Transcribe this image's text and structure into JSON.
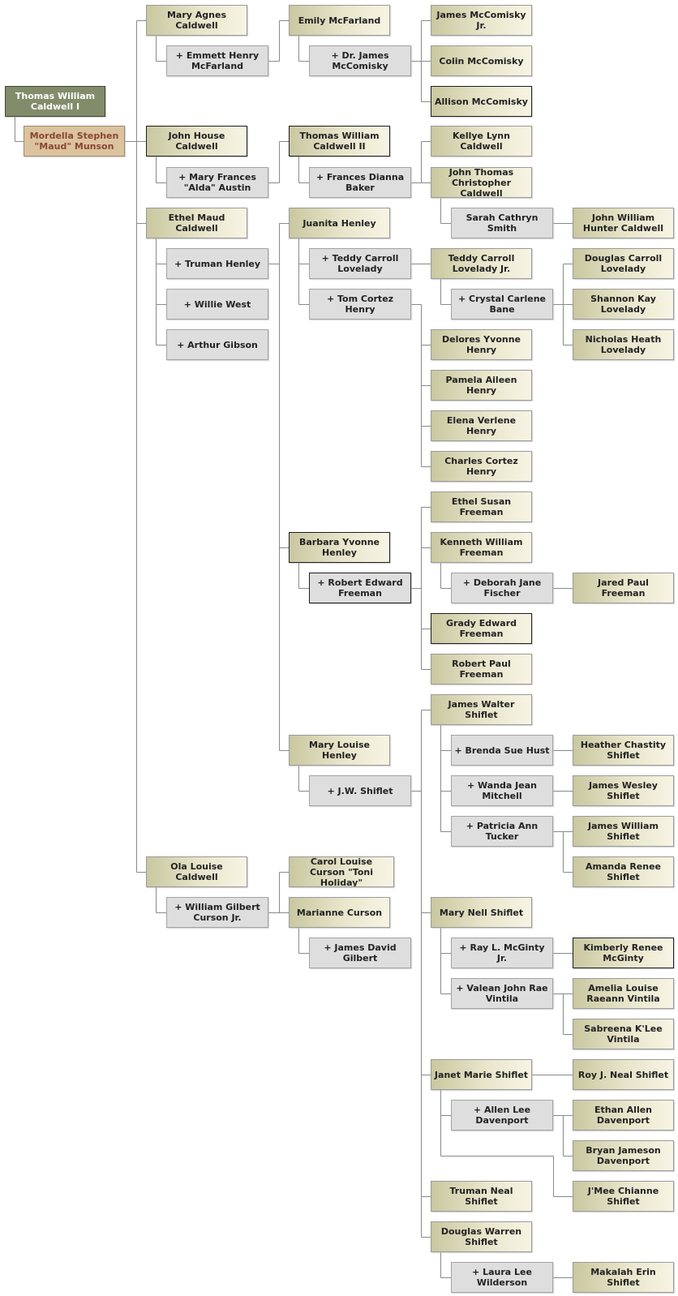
{
  "colors": {
    "line": "#8a8a8a",
    "person_fill": "#e8e5cb",
    "spouse_fill": "#dedede",
    "root_fill": "#828c6b",
    "root_spouse_fill": "#dcc39f",
    "root_spouse_text": "#8a4632"
  },
  "tree": {
    "root": {
      "name": "Thomas William Caldwell I",
      "spouse": "Mordella Stephen \"Maud\" Munson"
    },
    "children": [
      {
        "name": "Mary Agnes Caldwell",
        "spouse": "+ Emmett Henry McFarland",
        "children": [
          {
            "name": "Emily McFarland",
            "spouse": "+ Dr. James McComisky",
            "children": [
              "James McComisky Jr.",
              "Colin McComisky",
              "Allison McComisky"
            ]
          }
        ]
      },
      {
        "name": "John House Caldwell",
        "spouse": "+ Mary Frances \"Alda\" Austin",
        "children": [
          {
            "name": "Thomas William Caldwell II",
            "spouse": "+ Frances Dianna Baker",
            "children": [
              {
                "name": "Kellye Lynn Caldwell"
              },
              {
                "name": "John Thomas Christopher Caldwell",
                "spouse": "Sarah Cathryn Smith",
                "children": [
                  "John William Hunter Caldwell"
                ]
              }
            ]
          }
        ]
      },
      {
        "name": "Ethel Maud Caldwell",
        "spouses": [
          "+ Truman Henley",
          "+ Willie West",
          "+ Arthur Gibson"
        ],
        "children": [
          {
            "name": "Juanita Henley",
            "spouses": [
              {
                "name": "+ Teddy Carroll Lovelady",
                "children": [
                  {
                    "name": "Teddy Carroll Lovelady Jr.",
                    "spouse": "+ Crystal Carlene Bane",
                    "children": [
                      "Douglas Carroll Lovelady",
                      "Shannon Kay Lovelady",
                      "Nicholas Heath Lovelady"
                    ]
                  }
                ]
              },
              {
                "name": "+ Tom Cortez Henry",
                "children": [
                  "Delores Yvonne Henry",
                  "Pamela Aileen Henry",
                  "Elena Verlene Henry",
                  "Charles Cortez Henry"
                ]
              }
            ]
          },
          {
            "name": "Barbara Yvonne Henley",
            "spouse": "+ Robert Edward Freeman",
            "children": [
              {
                "name": "Ethel Susan Freeman"
              },
              {
                "name": "Kenneth William Freeman",
                "spouse": "+ Deborah Jane Fischer",
                "children": [
                  "Jared Paul Freeman"
                ]
              },
              {
                "name": "Grady Edward Freeman"
              },
              {
                "name": "Robert Paul Freeman"
              }
            ]
          },
          {
            "name": "Mary Louise Henley",
            "spouse": "+ J.W. Shiflet",
            "children": [
              {
                "name": "James Walter Shiflet",
                "spouses": [
                  {
                    "name": "+ Brenda Sue Hust",
                    "children": [
                      "Heather Chastity Shiflet"
                    ]
                  },
                  {
                    "name": "+ Wanda Jean Mitchell",
                    "children": [
                      "James Wesley Shiflet"
                    ]
                  },
                  {
                    "name": "+ Patricia Ann Tucker",
                    "children": [
                      "James William Shiflet",
                      "Amanda Renee Shiflet"
                    ]
                  }
                ]
              },
              {
                "name": "Mary Nell Shiflet",
                "spouses": [
                  {
                    "name": "+ Ray L. McGinty Jr.",
                    "children": [
                      "Kimberly Renee McGinty"
                    ]
                  },
                  {
                    "name": "+ Valean John Rae Vintila",
                    "children": [
                      "Amelia Louise Raeann Vintila",
                      "Sabreena K'Lee Vintila"
                    ]
                  }
                ]
              },
              {
                "name": "Janet Marie Shiflet",
                "children": [
                  "Roy J. Neal Shiflet",
                  "J'Mee Chianne Shiflet"
                ],
                "spouses": [
                  {
                    "name": "+ Allen Lee Davenport",
                    "children": [
                      "Ethan Allen Davenport",
                      "Bryan Jameson Davenport"
                    ]
                  }
                ]
              },
              {
                "name": "Truman Neal Shiflet"
              },
              {
                "name": "Douglas Warren Shiflet",
                "spouse": "+ Laura Lee Wilderson",
                "children": [
                  "Makalah Erin Shiflet"
                ]
              }
            ]
          }
        ]
      },
      {
        "name": "Ola Louise Caldwell",
        "spouse": "+ William Gilbert Curson Jr.",
        "children": [
          {
            "name": "Carol Louise Curson \"Toni Holiday\""
          },
          {
            "name": "Marianne Curson",
            "spouse": "+ James David Gilbert"
          }
        ]
      }
    ]
  }
}
